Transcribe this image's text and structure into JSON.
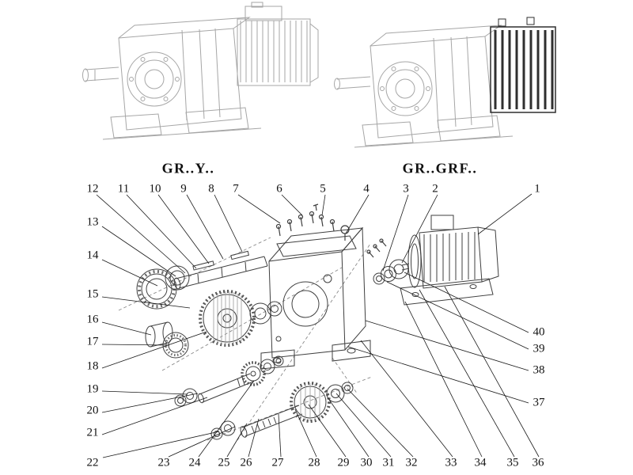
{
  "figure": {
    "left_unit_label": "GR..Y..",
    "right_unit_label": "GR..GRF.."
  },
  "callouts": [
    "1",
    "2",
    "3",
    "4",
    "5",
    "6",
    "7",
    "8",
    "9",
    "10",
    "11",
    "12",
    "13",
    "14",
    "15",
    "16",
    "17",
    "18",
    "19",
    "20",
    "21",
    "22",
    "23",
    "24",
    "25",
    "26",
    "27",
    "28",
    "29",
    "30",
    "31",
    "32",
    "33",
    "34",
    "35",
    "36",
    "37",
    "38",
    "39",
    "40"
  ],
  "colors": {
    "ink": "#111111",
    "line_light": "#a6a6a6",
    "line_dark": "#3f3f3f"
  }
}
